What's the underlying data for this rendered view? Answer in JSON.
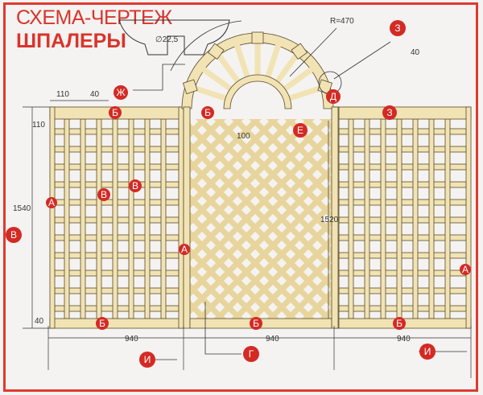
{
  "title": {
    "line1": "СХЕМА-ЧЕРТЕЖ",
    "line2": "ШПАЛЕРЫ"
  },
  "dimensions": {
    "diameter": "∅22,5",
    "radius": "R=470",
    "profile_width": "40",
    "slat_spacing": "110",
    "slat_width": "40",
    "top_rail": "110",
    "height_left": "1540",
    "bottom_rail": "40",
    "height_middle": "1520",
    "arch_inner": "100",
    "panel_width_left": "940",
    "panel_width_middle": "940",
    "panel_width_right": "940"
  },
  "labels": {
    "a": "А",
    "b": "Б",
    "v": "В",
    "g": "Г",
    "d": "Д",
    "e": "Е",
    "zh": "Ж",
    "z": "З",
    "i": "И"
  },
  "colors": {
    "accent": "#e03a2f",
    "wood": "#f1e3b4",
    "wood_edge": "#6b5a33",
    "marker": "#d42a24"
  }
}
